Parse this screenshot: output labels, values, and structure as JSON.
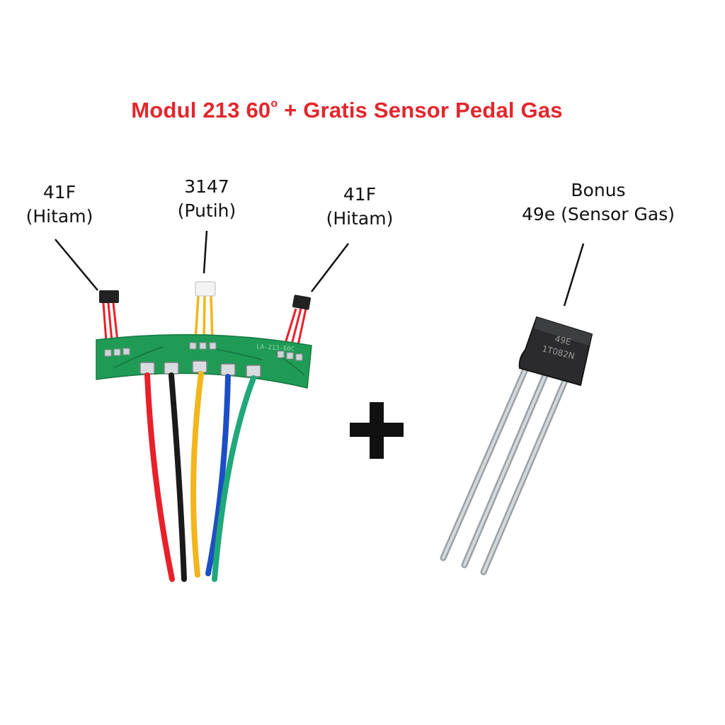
{
  "title": {
    "prefix": "Modul 213 60",
    "superscript": "o",
    "suffix": " + Gratis Sensor Pedal Gas"
  },
  "labels": {
    "left": {
      "line1": "41F",
      "line2": "(Hitam)"
    },
    "middle": {
      "line1": "3147",
      "line2": "(Putih)"
    },
    "right": {
      "line1": "41F",
      "line2": "(Hitam)"
    },
    "bonus": {
      "line1": "Bonus",
      "line2": "49e (Sensor Gas)"
    }
  },
  "chip_marking": {
    "line1": "49E",
    "line2": "1T082N"
  },
  "plus_icon": "plus-icon",
  "colors": {
    "title": "#e3262d",
    "pcb": "#1f9b55",
    "wire_red": "#e8202a",
    "wire_black": "#1a1a1a",
    "wire_yellow": "#f2b51c",
    "wire_blue": "#1c4fc4",
    "wire_green": "#1fa87a"
  }
}
